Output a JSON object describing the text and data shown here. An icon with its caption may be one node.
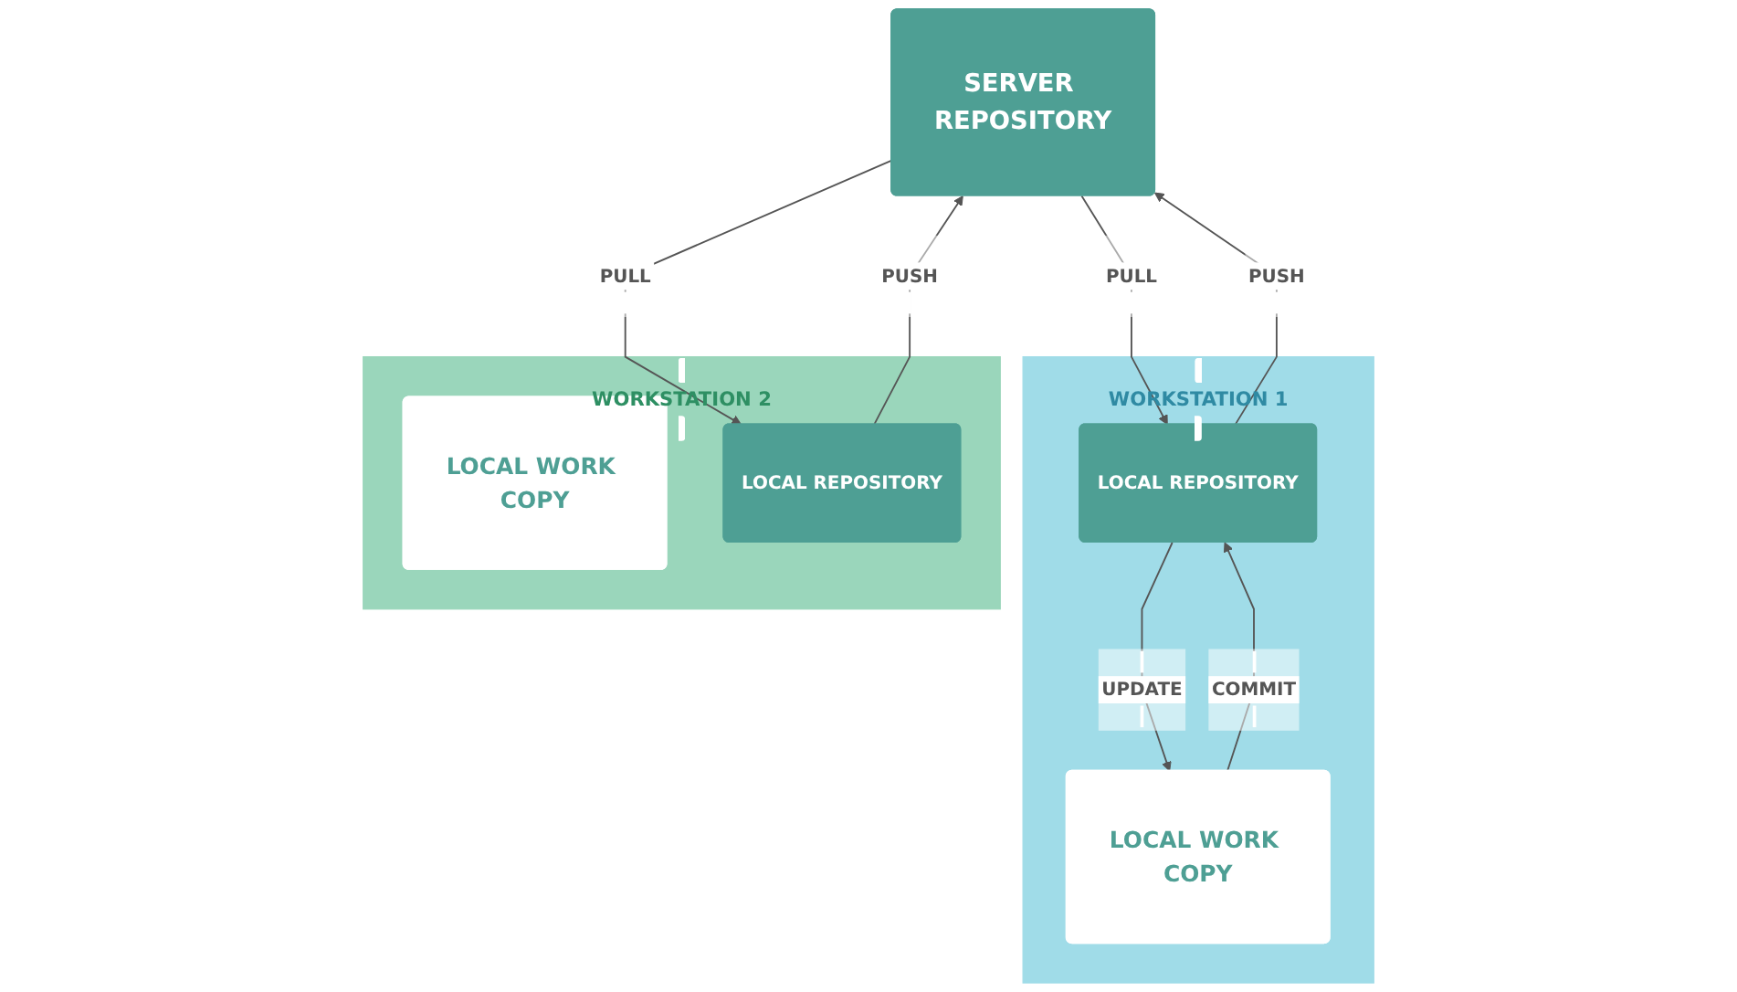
{
  "diagram": {
    "nodes": [
      {
        "text": [
          "SERVER REPOSITORY"
        ]
      },
      {
        "text": [
          "WORKSTATION 1"
        ]
      },
      {
        "text": [
          "LOCAL WORK COPY"
        ],
        "in": 1
      },
      {
        "text": [
          "LOCAL REPOSITORY"
        ],
        "in": 1
      },
      {
        "text": [
          "WORKSTATION 2"
        ]
      },
      {
        "text": [
          "LOCAL WORK COPY"
        ],
        "in": 4
      },
      {
        "text": [
          "LOCAL REPOSITORY"
        ],
        "in": 4
      }
    ],
    "edges": [
      {
        "from": 2,
        "to": 3,
        "arrow": "to",
        "label": "COMMIT"
      },
      {
        "from": 3,
        "to": 2,
        "arrow": "to",
        "label": "UPDATE"
      },
      {
        "from": 3,
        "to": 0,
        "arrow": "to",
        "label": "PUSH"
      },
      {
        "from": 0,
        "to": 3,
        "arrow": "to",
        "label": "PULL"
      },
      {
        "from": 6,
        "to": 0,
        "arrow": "to",
        "label": "PUSH"
      },
      {
        "from": 0,
        "to": 6,
        "arrow": "to",
        "label": "PULL"
      }
    ]
  }
}
